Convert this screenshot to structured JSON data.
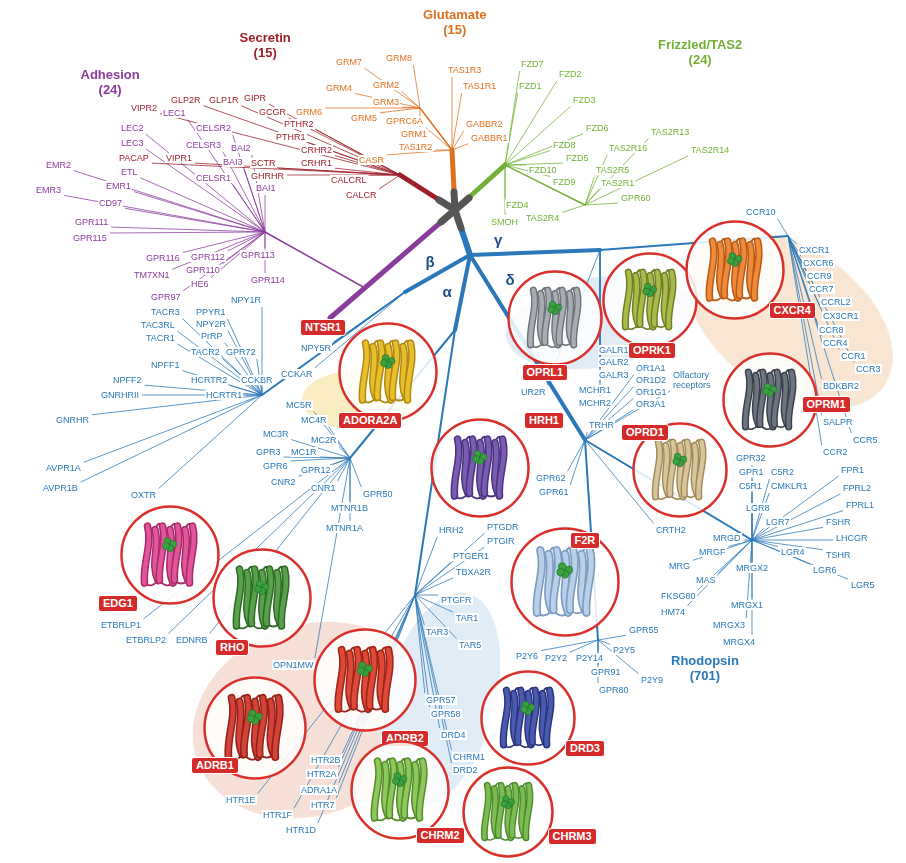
{
  "diagram": {
    "nodes": [
      {
        "text": [
          "NTSR1"
        ]
      },
      {
        "text": [
          "OPRL1"
        ]
      },
      {
        "text": [
          "OPRK1"
        ]
      },
      {
        "text": [
          "CXCR4"
        ]
      },
      {
        "text": [
          "OPRM1"
        ]
      },
      {
        "text": [
          "OPRD1"
        ]
      },
      {
        "text": [
          "ADORA2A"
        ]
      },
      {
        "text": [
          "HRH1"
        ]
      },
      {
        "text": [
          "EDG1"
        ]
      },
      {
        "text": [
          "RHO"
        ]
      },
      {
        "text": [
          "F2R"
        ]
      },
      {
        "text": [
          "ADRB2"
        ]
      },
      {
        "text": [
          "DRD3"
        ]
      },
      {
        "text": [
          "ADRB1"
        ]
      },
      {
        "text": [
          "CHRM2"
        ]
      },
      {
        "text": [
          "CHRM3"
        ]
      }
    ],
    "labels": [
      "Adhesion (24)",
      "Secretin (15)",
      "Glutamate (15)",
      "Frizzled/TAS2 (24)",
      "Rhodopsin (701)",
      "γ",
      "β",
      "δ",
      "α",
      "LEC1",
      "LEC2",
      "CELSR2",
      "LEC3",
      "CELSR3",
      "EMR2",
      "ETL",
      "CELSR1",
      "EMR3",
      "EMR1",
      "CD97",
      "GPR111",
      "GPR115",
      "BAI2",
      "BAI3",
      "BAI1",
      "GPR116",
      "GPR112",
      "GPR113",
      "TM7XN1",
      "GPR110",
      "HE6",
      "GPR114",
      "GPR97",
      "GLP2R",
      "GLP1R",
      "GIPR",
      "GCGR",
      "PTHR2",
      "PTHR1",
      "VIPR2",
      "PACAP",
      "VIPR1",
      "SCTR",
      "GHRHR",
      "CRHR2",
      "CRHR1",
      "CALCRL",
      "CALCR",
      "GRM7",
      "GRM8",
      "GRM4",
      "GRM2",
      "GRM6",
      "GRM3",
      "GRM5",
      "GRM1",
      "GPRC6A",
      "TAS1R3",
      "TAS1R1",
      "TAS1R2",
      "CASR",
      "GABBR2",
      "GABBR1",
      "FZD7",
      "FZD2",
      "FZD1",
      "FZD3",
      "FZD6",
      "FZD8",
      "FZD5",
      "FZD10",
      "FZD9",
      "FZD4",
      "SMOH",
      "TAS2R4",
      "TAS2R16",
      "TAS2R13",
      "TAS2R14",
      "TAS2R5",
      "TAS2R1",
      "GPR60",
      "CCR10",
      "CXCR1",
      "CXCR6",
      "CCR9",
      "CCR7",
      "CCRL2",
      "CX3CR1",
      "CCR8",
      "CCR4",
      "CCR1",
      "CCR3",
      "BDKBR2",
      "SALPR",
      "CCR2",
      "CCR5",
      "GALR1",
      "GALR2",
      "GALR3",
      "MCHR1",
      "MCHR2",
      "UR2R",
      "OR1A1",
      "OR1D2",
      "OR1G1",
      "OR3A1",
      "Olfactory receptors",
      "TRHR",
      "GPR32",
      "GPR1",
      "C5R1",
      "C5R2",
      "CMKLR1",
      "FPR1",
      "FPRL2",
      "FPRL1",
      "LGR8",
      "LGR7",
      "FSHR",
      "LHCGR",
      "LGR4",
      "TSHR",
      "LGR6",
      "LGR5",
      "CRTH2",
      "MRGD",
      "MRGF",
      "MRG",
      "MRGX2",
      "MAS",
      "FKSG80",
      "HM74",
      "MRGX1",
      "MRGX3",
      "MRGX4",
      "GPR55",
      "P2Y5",
      "P2Y9",
      "GPR91",
      "GPR80",
      "P2Y14",
      "P2Y6",
      "P2Y2",
      "GPR62",
      "GPR61",
      "NPY1R",
      "PPYR1",
      "NPY2R",
      "PrRP",
      "TACR3",
      "TAC3RL",
      "TACR1",
      "TACR2",
      "GPR72",
      "NPFF1",
      "NPY5R",
      "CCKAR",
      "HCRTR2",
      "CCKBR",
      "NPFF2",
      "HCRTR1",
      "GNRHRII",
      "GNRHR",
      "AVPR1A",
      "AVPR1B",
      "OXTR",
      "MC5R",
      "MC4R",
      "MC3R",
      "MC2R",
      "MC1R",
      "GPR3",
      "GPR6",
      "GPR12",
      "CNR2",
      "CNR1",
      "GPR50",
      "MTNR1B",
      "MTNR1A",
      "EDNRB",
      "ETBRLP1",
      "ETBRLP2",
      "OPN1MW",
      "HRH2",
      "PTGDR",
      "PTGIR",
      "PTGER1",
      "TBXA2R",
      "PTGFR",
      "TAR1",
      "TAR3",
      "TAR5",
      "GPR57",
      "GPR58",
      "DRD4",
      "CHRM1",
      "DRD2",
      "HTR2B",
      "HTR2A",
      "ADRA1A",
      "HTR7",
      "HTR1E",
      "HTR1F",
      "HTR1D"
    ]
  }
}
